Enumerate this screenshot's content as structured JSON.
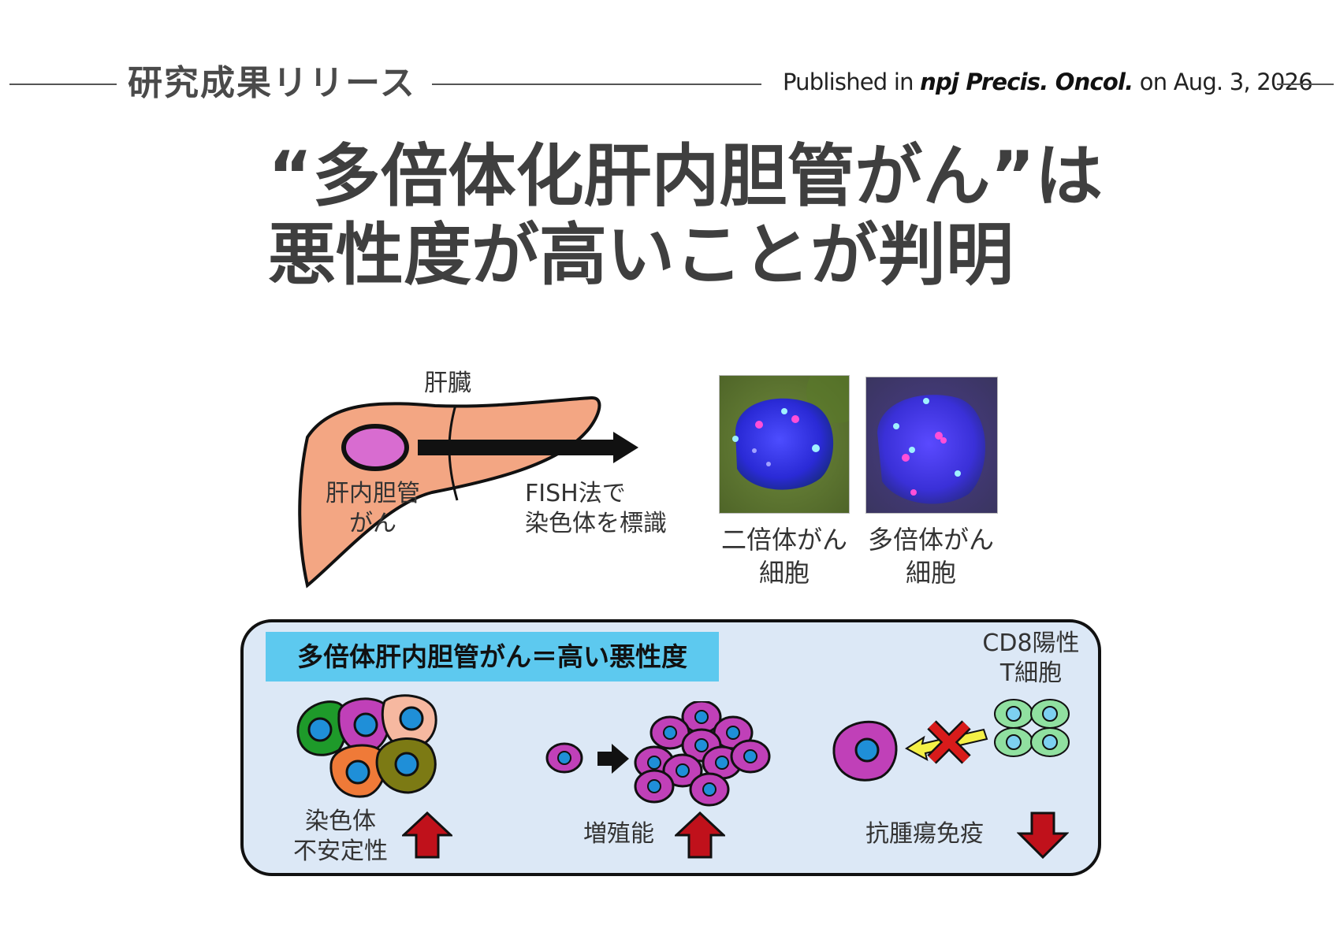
{
  "header": {
    "section_label": "研究成果リリース",
    "published_prefix": "Published in ",
    "journal": "npj Precis. Oncol.",
    "published_suffix": " on Aug. 3, 2026"
  },
  "headline": {
    "line1": "“多倍体化肝内胆管がん”は",
    "line2": "悪性度が高いことが判明"
  },
  "diagram": {
    "liver_label": "肝臓",
    "tumor_label_line1": "肝内胆管",
    "tumor_label_line2": "がん",
    "method_line1": "FISH法で",
    "method_line2": "染色体を標識",
    "image1_caption_line1": "二倍体がん",
    "image1_caption_line2": "細胞",
    "image2_caption_line1": "多倍体がん",
    "image2_caption_line2": "細胞"
  },
  "summary": {
    "title": "多倍体肝内胆管がん＝高い悪性度",
    "tcell_label_line1": "CD8陽性",
    "tcell_label_line2": "T細胞",
    "item1_line1": "染色体",
    "item1_line2": "不安定性",
    "item2": "増殖能",
    "item3": "抗腫瘍免疫"
  },
  "colors": {
    "liver": "#f3a683",
    "tumor": "#d86cd0",
    "cancer_cell": "#c040b8",
    "nucleus": "#1f8fd8",
    "summary_bg": "#dce8f6",
    "title_bg": "#5dc9ef",
    "up_arrow": "#c0111b",
    "tcell": "#90e0a0",
    "tcell_nucleus": "#7dd0f0",
    "block_cross": "#d81b1b",
    "blocked_arrow": "#f4f046"
  }
}
